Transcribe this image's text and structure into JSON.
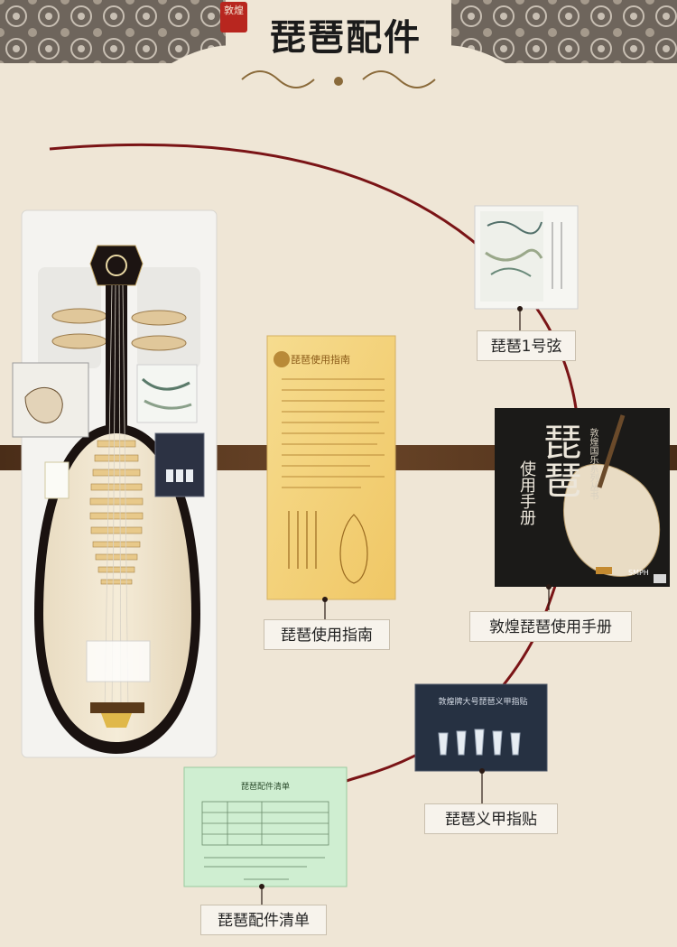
{
  "header": {
    "title": "琵琶配件",
    "seal_text": "敦煌"
  },
  "items": [
    {
      "id": "string",
      "label": "琵琶1号弦"
    },
    {
      "id": "manual",
      "label": "敦煌琵琶使用手册"
    },
    {
      "id": "guide",
      "label": "琵琶使用指南"
    },
    {
      "id": "nails",
      "label": "琵琶义甲指贴"
    },
    {
      "id": "list",
      "label": "琵琶配件清单"
    }
  ],
  "manual_cover": {
    "big_text": "琵琶",
    "sub_text": "使用手册",
    "series_text": "敦煌国乐系列丛书",
    "publisher_text": "SMPH"
  },
  "guide_card": {
    "heading": "琵琶使用指南"
  },
  "nail_card": {
    "heading": "敦煌牌大号琵琶义甲指贴"
  },
  "list_card": {
    "heading": "琵琶配件清单"
  },
  "colors": {
    "background": "#efe6d6",
    "brown_band": "#5a3a22",
    "banner": "#6e655c",
    "curve": "#7a1416",
    "label_bg": "#f7f3ec"
  }
}
